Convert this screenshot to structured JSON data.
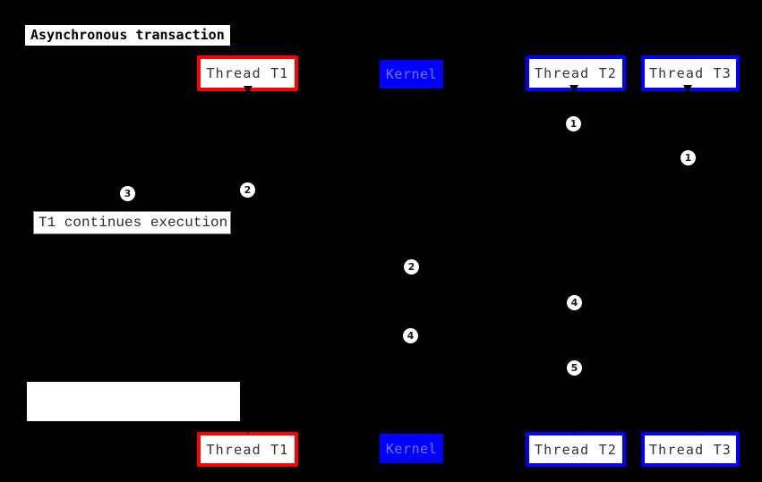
{
  "title": "Asynchronous transaction",
  "note": "T1 continues execution",
  "actors": {
    "top": [
      {
        "label": "Thread T1"
      },
      {
        "label": "Kernel"
      },
      {
        "label": "Thread T2"
      },
      {
        "label": "Thread T3"
      }
    ],
    "bottom": [
      {
        "label": "Thread T1"
      },
      {
        "label": "Kernel"
      },
      {
        "label": "Thread T2"
      },
      {
        "label": "Thread T3"
      }
    ]
  },
  "badges": [
    {
      "label": "1"
    },
    {
      "label": "1"
    },
    {
      "label": "2"
    },
    {
      "label": "3"
    },
    {
      "label": "2"
    },
    {
      "label": "4"
    },
    {
      "label": "4"
    },
    {
      "label": "5"
    }
  ],
  "colors": {
    "background": "#000000",
    "thread_t1_border": "#ff0000",
    "thread_border": "#0000ff",
    "kernel_fill": "#0000ff",
    "kernel_text": "#7575ff",
    "label_text": "#333333",
    "box_fill": "#ffffff"
  }
}
